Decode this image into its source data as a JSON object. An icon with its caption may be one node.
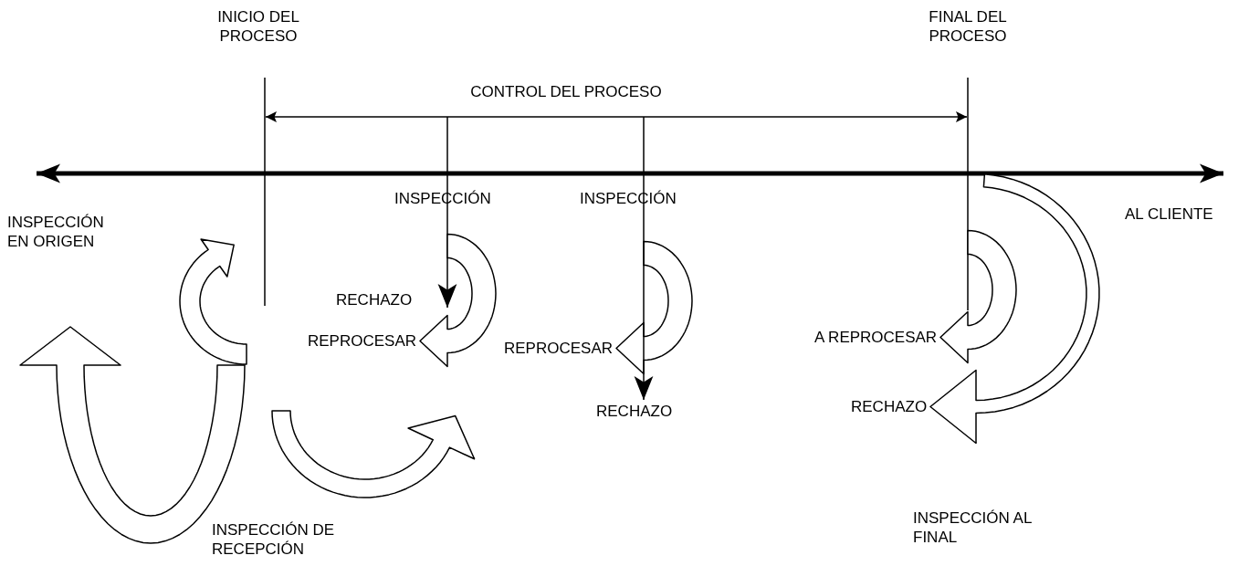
{
  "diagram": {
    "nodes": [
      {
        "text": [
          "RECHAZO"
        ]
      },
      {
        "text": [
          "REPROCESAR"
        ]
      },
      {
        "text": [
          "REPROCESAR"
        ]
      },
      {
        "text": [
          "RECHAZO"
        ]
      },
      {
        "text": [
          "A REPROCESAR"
        ]
      },
      {
        "text": [
          "RECHAZO"
        ]
      }
    ],
    "edges": [
      {
        "from": null,
        "to": 0,
        "arrow": "to"
      },
      {
        "from": null,
        "to": 1,
        "arrow": "to",
        "style": "thick"
      },
      {
        "from": null,
        "to": 2,
        "arrow": "to",
        "style": "thick"
      },
      {
        "from": null,
        "to": 3,
        "arrow": "to"
      },
      {
        "from": null,
        "to": 4,
        "arrow": "to",
        "style": "thick"
      },
      {
        "from": null,
        "to": 5,
        "arrow": "to",
        "style": "thick"
      }
    ],
    "labels": [
      "INICIO DEL PROCESO",
      "FINAL DEL PROCESO",
      "CONTROL DEL PROCESO",
      "INSPECCIÓN",
      "INSPECCIÓN",
      "INSPECCIÓN EN ORIGEN",
      "AL CLIENTE",
      "INSPECCIÓN DE RECEPCIÓN",
      "INSPECCIÓN AL FINAL"
    ]
  }
}
